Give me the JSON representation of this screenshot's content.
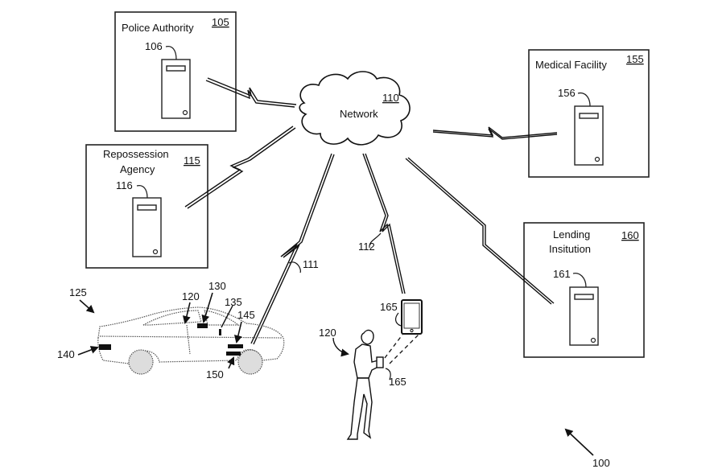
{
  "figure": {
    "reference": "100",
    "network": {
      "label": "Network",
      "ref": "110"
    },
    "entities": [
      {
        "id": "police",
        "label_lines": [
          "Police Authority"
        ],
        "ref": "105",
        "server_ref": "106"
      },
      {
        "id": "repossession",
        "label_lines": [
          "Repossession",
          "Agency"
        ],
        "ref": "115",
        "server_ref": "116"
      },
      {
        "id": "medical",
        "label_lines": [
          "Medical Facility"
        ],
        "ref": "155",
        "server_ref": "156"
      },
      {
        "id": "lending",
        "label_lines": [
          "Lending",
          "Insitution"
        ],
        "ref": "160",
        "server_ref": "161"
      }
    ],
    "links": [
      {
        "id": "link-111",
        "ref": "111",
        "from": "network",
        "to": "vehicle"
      },
      {
        "id": "link-112",
        "ref": "112",
        "from": "network",
        "to": "mobile-device"
      }
    ],
    "vehicle": {
      "ref": "125",
      "component_refs": [
        "120",
        "130",
        "135",
        "140",
        "145",
        "150"
      ]
    },
    "person": {
      "ref": "120"
    },
    "mobile_device": {
      "ref": "165",
      "held_ref": "165"
    }
  }
}
